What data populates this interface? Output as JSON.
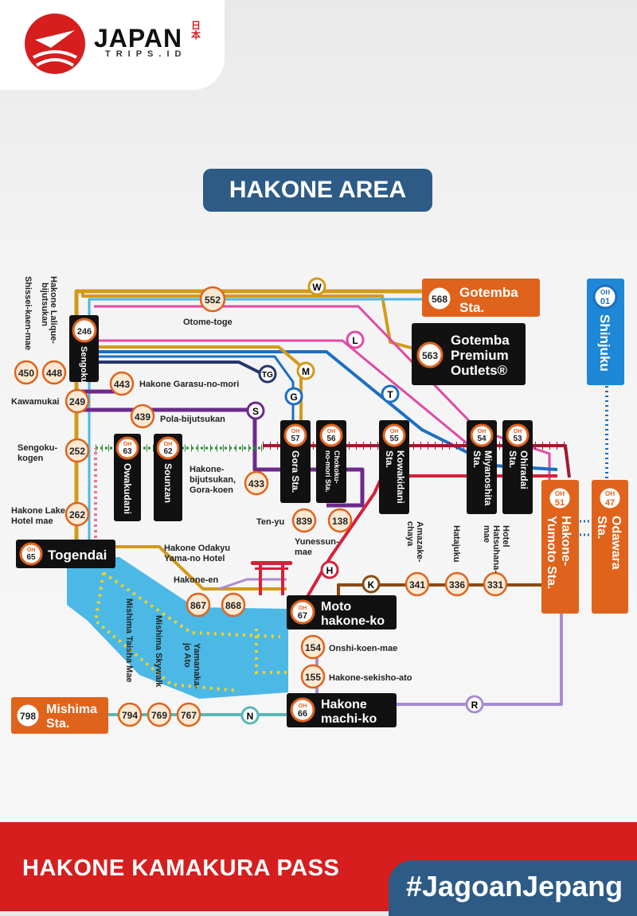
{
  "brand": {
    "name": "JAPAN",
    "kanji": "日本",
    "sub": "TRIPS.ID"
  },
  "title": "HAKONE AREA",
  "footer": {
    "pass_name": "HAKONE KAMAKURA PASS",
    "hashtag": "#JagoanJepang"
  },
  "colors": {
    "title_bg": "#2d5b86",
    "footer_red": "#d61e1e",
    "orange": "#e0631c",
    "lake": "#4cb8e6",
    "station_black": "#111111",
    "route_gold": "#d39a1a",
    "route_blue": "#1b6fc0",
    "route_pink": "#e04aa5",
    "route_purple": "#6b2a8a",
    "route_darkred": "#a4182d",
    "route_red": "#d6203a",
    "route_green": "#2a8a3a",
    "route_brown": "#8b4a12",
    "route_lavender": "#a98bd0",
    "route_teal": "#5ab8b8"
  },
  "route_letters": {
    "W": "W",
    "L": "L",
    "M": "M",
    "TG": "TG",
    "G": "G",
    "S": "S",
    "T": "T",
    "H": "H",
    "K": "K",
    "N": "N",
    "R": "R"
  },
  "destinations": {
    "gotemba": {
      "code": "568",
      "name1": "Gotemba",
      "name2": "Sta."
    },
    "gotemba_outlets": {
      "code": "563",
      "name1": "Gotemba",
      "name2": "Premium",
      "name3": "Outlets®"
    },
    "shinjuku": {
      "oh": "OH",
      "num": "01",
      "name": "Shinjuku"
    },
    "odawara": {
      "oh": "OH",
      "num": "47",
      "name1": "Odawara",
      "name2": "Sta."
    },
    "yumoto": {
      "oh": "OH",
      "num": "51",
      "name1": "Hakone-",
      "name2": "Yumoto Sta."
    },
    "mishima": {
      "code": "798",
      "name1": "Mishima",
      "name2": "Sta."
    }
  },
  "stations": {
    "sengoku": {
      "code": "246",
      "name": "Sengoku"
    },
    "owakudani": {
      "oh": "OH",
      "num": "63",
      "name": "Owakudani"
    },
    "sounzan": {
      "oh": "OH",
      "num": "62",
      "name": "Sounzan"
    },
    "gora": {
      "oh": "OH",
      "num": "57",
      "name": "Gora Sta."
    },
    "chokoku": {
      "oh": "OH",
      "num": "56",
      "name1": "Chokoku-",
      "name2": "no-mori Sta."
    },
    "kowakidani": {
      "oh": "OH",
      "num": "55",
      "name1": "Kowakidani",
      "name2": "Sta."
    },
    "miyanoshita": {
      "oh": "OH",
      "num": "54",
      "name1": "Miyanoshita",
      "name2": "Sta."
    },
    "ohiradai": {
      "oh": "OH",
      "num": "53",
      "name1": "Ohiradai",
      "name2": "Sta."
    },
    "togendai": {
      "oh": "OH",
      "num": "65",
      "name": "Togendai"
    },
    "moto_hakone": {
      "oh": "OH",
      "num": "67",
      "name1": "Moto",
      "name2": "hakone-ko"
    },
    "hakone_machi": {
      "oh": "OH",
      "num": "66",
      "name1": "Hakone",
      "name2": "machi-ko"
    }
  },
  "stops": {
    "s552": {
      "code": "552",
      "label": "Otome-toge"
    },
    "s450": {
      "code": "450",
      "label": "Shissei-kaen-mae"
    },
    "s448": {
      "code": "448",
      "label1": "Hakone Lalique-",
      "label2": "bijutsukan"
    },
    "s443": {
      "code": "443",
      "label": "Hakone Garasu-no-mori"
    },
    "s249": {
      "code": "249",
      "label": "Kawamukai"
    },
    "s439": {
      "code": "439",
      "label": "Pola-bijutsukan"
    },
    "s252": {
      "code": "252",
      "label1": "Sengoku-",
      "label2": "kogen"
    },
    "s433": {
      "code": "433",
      "label1": "Hakone-",
      "label2": "bijutsukan,",
      "label3": "Gora-koen"
    },
    "s262": {
      "code": "262",
      "label1": "Hakone Lake",
      "label2": "Hotel mae"
    },
    "s839": {
      "code": "839",
      "label": "Ten-yu"
    },
    "s138": {
      "code": "138",
      "label1": "Yunessun-",
      "label2": "mae"
    },
    "s867": {
      "code": "867",
      "label": "Hakone-en"
    },
    "s868": {
      "code": "868",
      "label1": "Hakone Odakyu",
      "label2": "Yama-no Hotel"
    },
    "s341": {
      "code": "341",
      "label1": "Amazake-",
      "label2": "chaya"
    },
    "s336": {
      "code": "336",
      "label": "Hatajuku"
    },
    "s331": {
      "code": "331",
      "label1": "Hotel",
      "label2": "Hatsuhana-",
      "label3": "mae"
    },
    "s154": {
      "code": "154",
      "label": "Onshi-koen-mae"
    },
    "s155": {
      "code": "155",
      "label": "Hakone-sekisho-ato"
    },
    "s794": {
      "code": "794",
      "label": "Mishima Taisha Mae"
    },
    "s769": {
      "code": "769",
      "label": "Mishima Skywalk"
    },
    "s767": {
      "code": "767",
      "label1": "Yamanaka-",
      "label2": "jo Ato"
    }
  }
}
